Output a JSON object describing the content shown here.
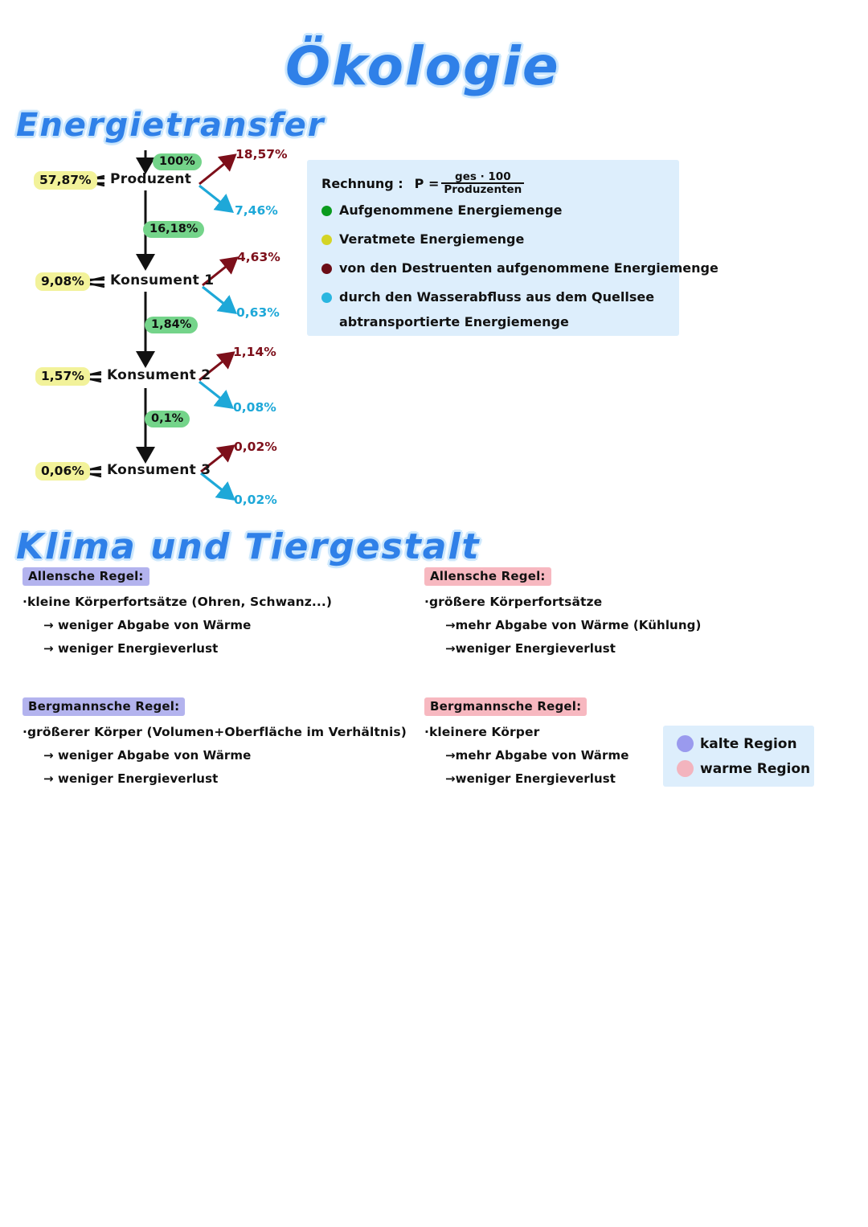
{
  "page": {
    "main_title": "Ökologie",
    "title_color": "#2f80e8"
  },
  "energietransfer": {
    "heading": "Energietransfer",
    "nodes": [
      {
        "name": "Produzent",
        "input_percent": "100%",
        "stored_percent": "57,87%",
        "destruenten_percent": "18,57%",
        "wasserabfluss_percent": "7,46%",
        "transfer_to_next": "16,18%"
      },
      {
        "name": "Konsument 1",
        "input_percent": "16,18%",
        "stored_percent": "9,08%",
        "destruenten_percent": "4,63%",
        "wasserabfluss_percent": "0,63%",
        "transfer_to_next": "1,84%"
      },
      {
        "name": "Konsument 2",
        "input_percent": "1,84%",
        "stored_percent": "1,57%",
        "destruenten_percent": "1,14%",
        "wasserabfluss_percent": "0,08%",
        "transfer_to_next": "0,1%"
      },
      {
        "name": "Konsument 3",
        "input_percent": "0,1%",
        "stored_percent": "0,06%",
        "destruenten_percent": "0,02%",
        "wasserabfluss_percent": "0,02%",
        "transfer_to_next": ""
      }
    ],
    "colors": {
      "yellow_highlight": "#f2f29a",
      "green_highlight": "#74d48a",
      "destruenten_arrow": "#7d0f1a",
      "wasserabfluss_arrow": "#1ea8d8",
      "main_arrow": "#111111"
    }
  },
  "legend_box": {
    "formula_label": "Rechnung :",
    "formula_p": "P =",
    "formula_numerator": "ges · 100",
    "formula_denominator": "Produzenten",
    "items": [
      {
        "color": "#0a9b1e",
        "text": "Aufgenommene  Energiemenge"
      },
      {
        "color": "#d4d426",
        "text": "Veratmete Energiemenge"
      },
      {
        "color": "#6b0d16",
        "text": "von den Destruenten aufgenommene Energiemenge"
      },
      {
        "color": "#29b6e0",
        "text": "durch den Wasserabfluss aus dem Quellsee"
      }
    ],
    "item4_wrap": "abtransportierte  Energiemenge",
    "background": "#ddeefc"
  },
  "klima": {
    "heading": "Klima und Tiergestalt",
    "cold": {
      "allen": {
        "head": "Allensche  Regel:",
        "bullet": "·kleine Körperfortsätze  (Ohren, Schwanz...)",
        "arrows": [
          "→ weniger Abgabe von  Wärme",
          "→ weniger Energieverlust"
        ]
      },
      "bergmann": {
        "head": "Bergmannsche  Regel:",
        "bullet": "·größerer Körper (Volumen+Oberfläche im Verhältnis)",
        "arrows": [
          "→ weniger Abgabe von  Wärme",
          "→ weniger Energieverlust"
        ]
      },
      "highlight": "#b3b3ee"
    },
    "warm": {
      "allen": {
        "head": "Allensche  Regel:",
        "bullet": "·größere Körperfortsätze",
        "arrows": [
          "→mehr Abgabe von Wärme (Kühlung)",
          "→weniger Energieverlust"
        ]
      },
      "bergmann": {
        "head": "Bergmannsche  Regel:",
        "bullet": "·kleinere Körper",
        "arrows": [
          "→mehr Abgabe von Wärme",
          "→weniger Energieverlust"
        ]
      },
      "highlight": "#f7b8c0"
    }
  },
  "region_legend": {
    "background": "#ddeefc",
    "items": [
      {
        "color": "#9a9aee",
        "label": "kalte Region"
      },
      {
        "color": "#f3b4be",
        "label": "warme Region"
      }
    ]
  }
}
